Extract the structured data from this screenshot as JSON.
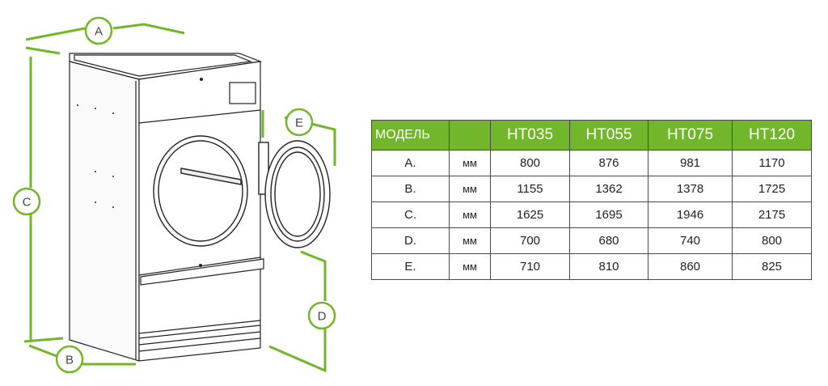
{
  "dimension_labels": {
    "a": "A",
    "b": "B",
    "c": "C",
    "d": "D",
    "e": "E"
  },
  "colors": {
    "accent": "#72b62c",
    "line": "#4a4a4a"
  },
  "table": {
    "header": [
      "МОДЕЛЬ",
      "",
      "HT035",
      "HT055",
      "HT075",
      "HT120"
    ],
    "rows": [
      {
        "label": "A.",
        "unit": "мм",
        "values": [
          "800",
          "876",
          "981",
          "1170"
        ]
      },
      {
        "label": "B.",
        "unit": "мм",
        "values": [
          "1155",
          "1362",
          "1378",
          "1725"
        ]
      },
      {
        "label": "C.",
        "unit": "мм",
        "values": [
          "1625",
          "1695",
          "1946",
          "2175"
        ]
      },
      {
        "label": "D.",
        "unit": "мм",
        "values": [
          "700",
          "680",
          "740",
          "800"
        ]
      },
      {
        "label": "E.",
        "unit": "мм",
        "values": [
          "710",
          "810",
          "860",
          "825"
        ]
      }
    ]
  }
}
